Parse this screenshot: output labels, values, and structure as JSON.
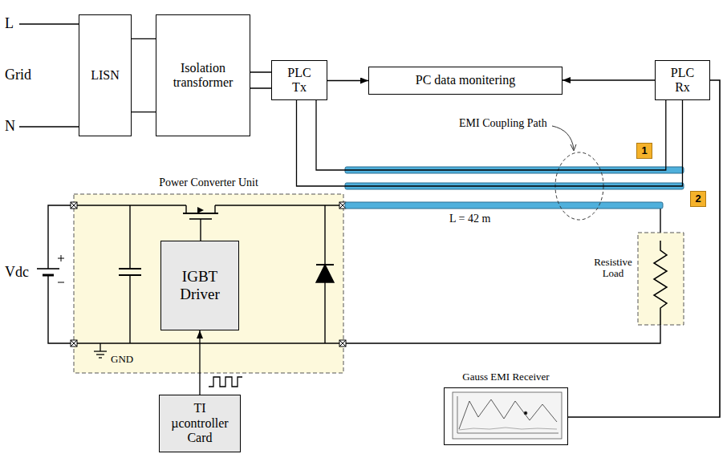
{
  "diagram": {
    "nodes": [
      {
        "text": [
          "LISN"
        ]
      },
      {
        "text": [
          "Isolation transformer"
        ]
      },
      {
        "text": [
          "PLC Tx"
        ]
      },
      {
        "text": [
          "PC data monitering"
        ]
      },
      {
        "text": [
          "PLC Rx"
        ]
      },
      {
        "text": [
          "Power Converter Unit"
        ]
      },
      {
        "text": [
          "IGBT Driver"
        ],
        "in": 5
      },
      {
        "text": [
          "TI µcontroller Card"
        ]
      },
      {
        "text": [
          "Gauss EMI Receiver"
        ]
      }
    ],
    "edges": [
      {
        "from": 0,
        "to": 1,
        "arrow": "none"
      },
      {
        "from": 1,
        "to": 2,
        "arrow": "none"
      },
      {
        "from": 2,
        "to": 3,
        "arrow": "to"
      },
      {
        "from": 4,
        "to": 3,
        "arrow": "to"
      },
      {
        "from": 2,
        "to": 4,
        "arrow": "none"
      },
      {
        "from": 7,
        "to": 6,
        "arrow": "to"
      },
      {
        "from": 4,
        "to": 8,
        "arrow": "none"
      }
    ],
    "labels": [
      "L",
      "N",
      "Grid",
      "Vdc",
      "GND",
      "L = 42 m",
      "EMI Coupling Path",
      "1",
      "2",
      "Resistive Load"
    ]
  }
}
